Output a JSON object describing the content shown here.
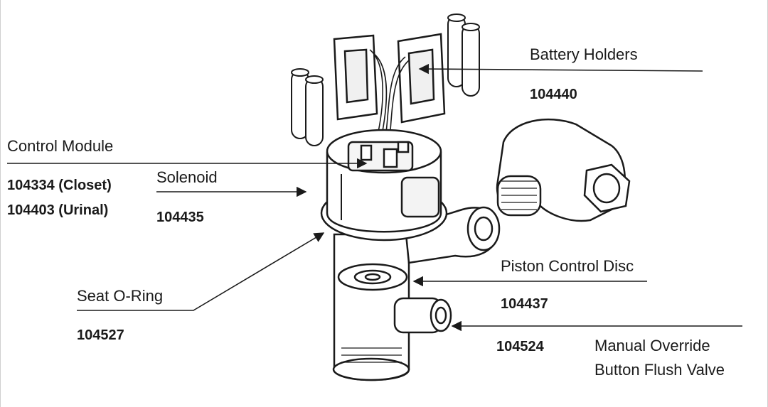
{
  "callouts": {
    "battery_holders": {
      "label": "Battery Holders",
      "part": "104440"
    },
    "control_module": {
      "label": "Control Module",
      "part_closet": "104334 (Closet)",
      "part_urinal": "104403 (Urinal)"
    },
    "solenoid": {
      "label": "Solenoid",
      "part": "104435"
    },
    "seat_oring": {
      "label": "Seat O-Ring",
      "part": "104527"
    },
    "piston_disc": {
      "label": "Piston Control Disc",
      "part": "104437"
    },
    "manual_override": {
      "part": "104524",
      "label_line1": "Manual Override",
      "label_line2": "Button Flush Valve"
    }
  },
  "colors": {
    "ink": "#1a1a1a",
    "fill": "#ffffff",
    "shade": "#e6e6e6"
  },
  "icons": [
    "battery-icon",
    "battery-holder-icon",
    "elbow-fitting-icon",
    "flush-valve-icon"
  ]
}
